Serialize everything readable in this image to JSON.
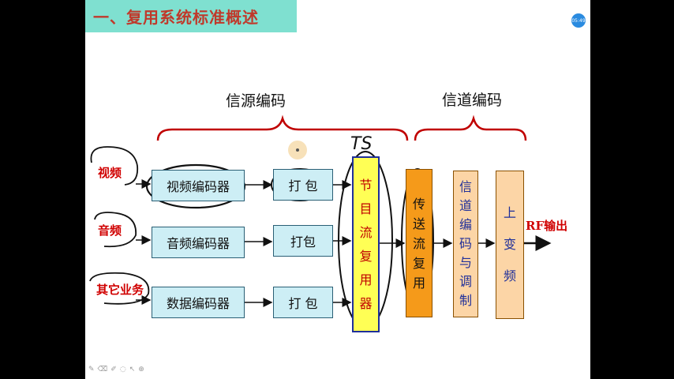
{
  "slide": {
    "title": "一、复用系统标准概述",
    "timer": "05:49"
  },
  "sections": {
    "source_coding": "信源编码",
    "channel_coding": "信道编码"
  },
  "annotations": {
    "ts_label": "TS"
  },
  "inputs": {
    "video": "视频",
    "audio": "音频",
    "other": "其它业务"
  },
  "encoders": {
    "video": "视频编码器",
    "audio": "音频编码器",
    "data": "数据编码器"
  },
  "packers": {
    "p1": "打 包",
    "p2": "打包",
    "p3": "打 包"
  },
  "blocks": {
    "program_mux": [
      "节",
      "目",
      "流",
      "复",
      "用",
      "器"
    ],
    "transport_mux": [
      "传",
      "送",
      "流",
      "复",
      "用"
    ],
    "channel_mod": [
      "信",
      "道",
      "编",
      "码",
      "与",
      "调",
      "制"
    ],
    "upconvert": [
      "上",
      "变",
      "频"
    ]
  },
  "output": {
    "label": "RF输出"
  },
  "colors": {
    "title_bg": "#7fe0d0",
    "title_text": "#c0392b",
    "encoder_fill": "#cdeef5",
    "program_mux_fill": "#ffff55",
    "program_mux_border": "#1f2f9a",
    "transport_mux_fill": "#f59a1a",
    "channel_fill": "#fcd5a6",
    "label_red": "#d00000"
  },
  "toolbar_icons": [
    "pen-icon",
    "eraser-icon",
    "highlighter-icon",
    "comment-icon",
    "pointer-icon",
    "zoom-icon"
  ]
}
